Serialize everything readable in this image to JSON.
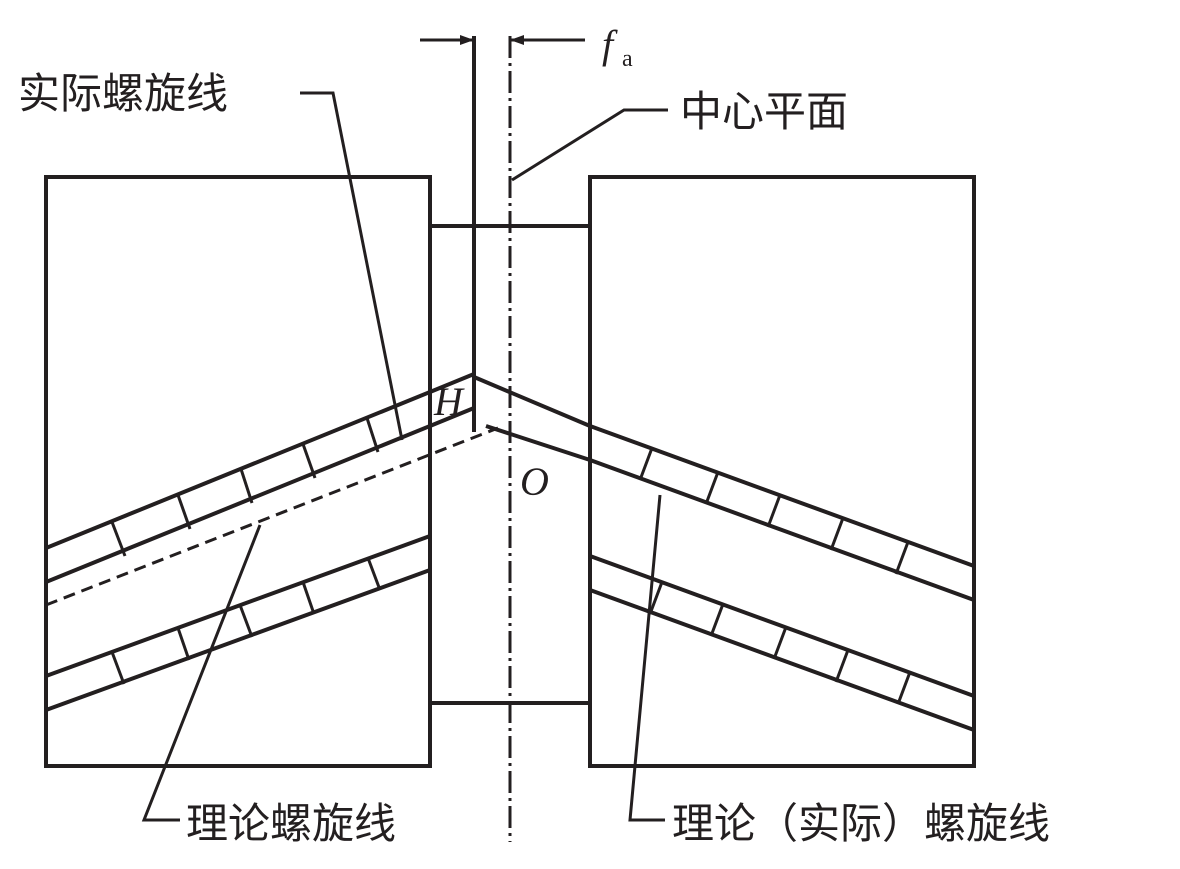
{
  "diagram": {
    "labels": {
      "actual_helix": "实际螺旋线",
      "center_plane": "中心平面",
      "theoretical_helix": "理论螺旋线",
      "theoretical_actual_helix": "理论（实际）螺旋线",
      "point_h": "H",
      "point_o": "O",
      "offset_symbol": "f",
      "offset_subscript": "a"
    },
    "colors": {
      "ink": "#231f20",
      "background": "#ffffff"
    }
  }
}
